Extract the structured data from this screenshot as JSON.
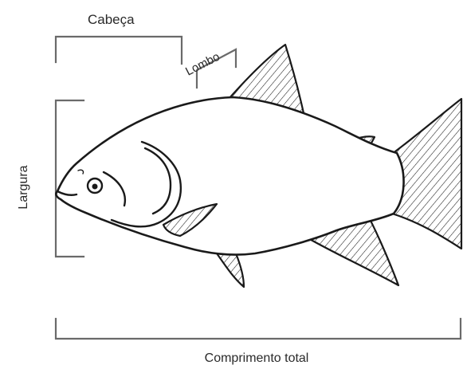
{
  "labels": {
    "head": "Cabeça",
    "loin": "Lombo",
    "width": "Largura",
    "total_length": "Comprimento total"
  },
  "colors": {
    "ink": "#1a1a1a",
    "bracket": "#6a6a6a",
    "background": "#ffffff"
  }
}
